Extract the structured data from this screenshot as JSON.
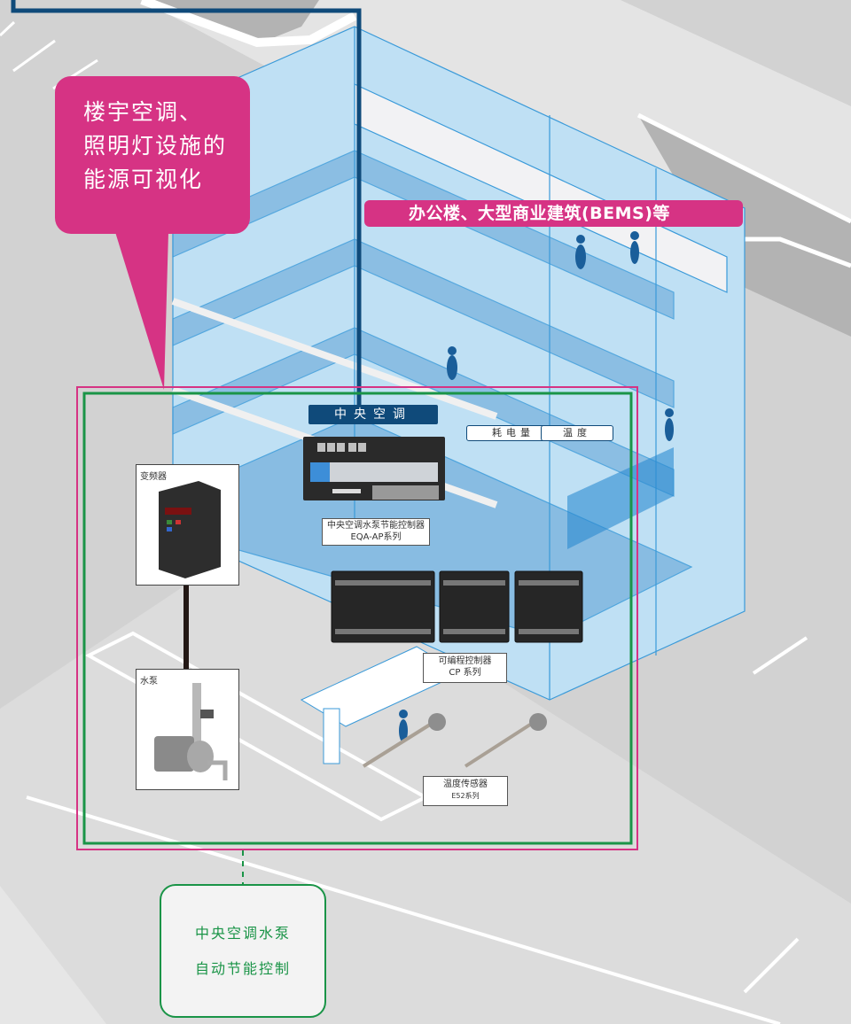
{
  "callout": {
    "lines": [
      "楼宇空调、",
      "照明灯设施的",
      "能源可视化"
    ]
  },
  "building_label": "办公楼、大型商业建筑(BEMS)等",
  "central_ac_label": "中央空调",
  "measurement_tags": [
    "耗电量",
    "温度"
  ],
  "products": {
    "inverter": {
      "caption": "变频器"
    },
    "pump": {
      "caption": "水泵"
    },
    "controller": {
      "line1": "中央空调水泵节能控制器",
      "line2": "EQA-AP系列"
    },
    "plc": {
      "line1": "可编程控制器",
      "line2": "CP 系列"
    },
    "sensor": {
      "line1": "温度传感器",
      "line2": "E52系列"
    }
  },
  "control_box": {
    "lines": [
      "中央空调水泵",
      "自动节能控制"
    ]
  },
  "colors": {
    "pink": "#d63384",
    "navy": "#0f4a7a",
    "green": "#1a9447",
    "building_blue": "#7fb6e0",
    "ground": "#d4d4d4"
  }
}
